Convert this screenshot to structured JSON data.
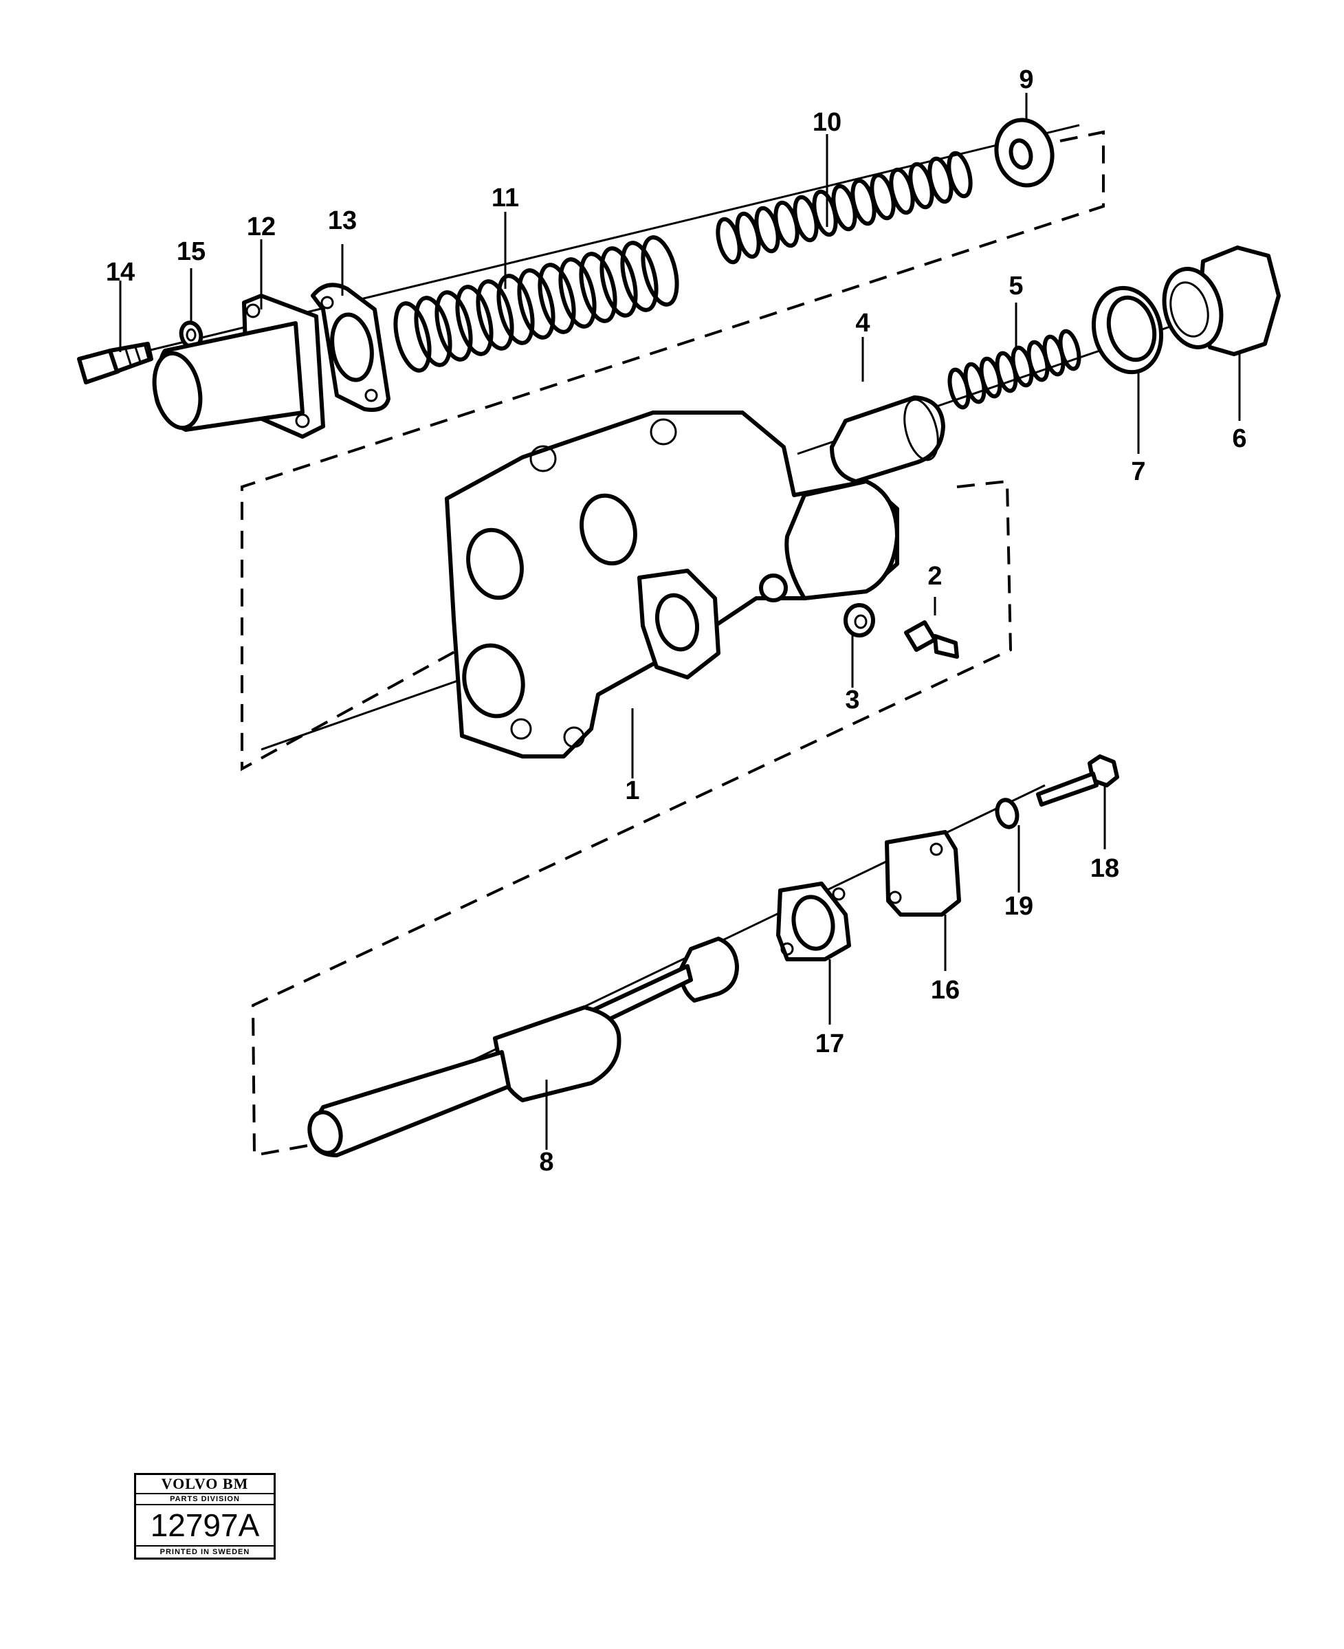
{
  "diagram": {
    "callouts": [
      "1",
      "2",
      "3",
      "4",
      "5",
      "6",
      "7",
      "8",
      "9",
      "10",
      "11",
      "12",
      "13",
      "14",
      "15",
      "16",
      "17",
      "18",
      "19"
    ]
  },
  "stamp": {
    "brand": "VOLVO BM",
    "division": "PARTS DIVISION",
    "number": "12797A",
    "printed": "PRINTED IN SWEDEN"
  }
}
